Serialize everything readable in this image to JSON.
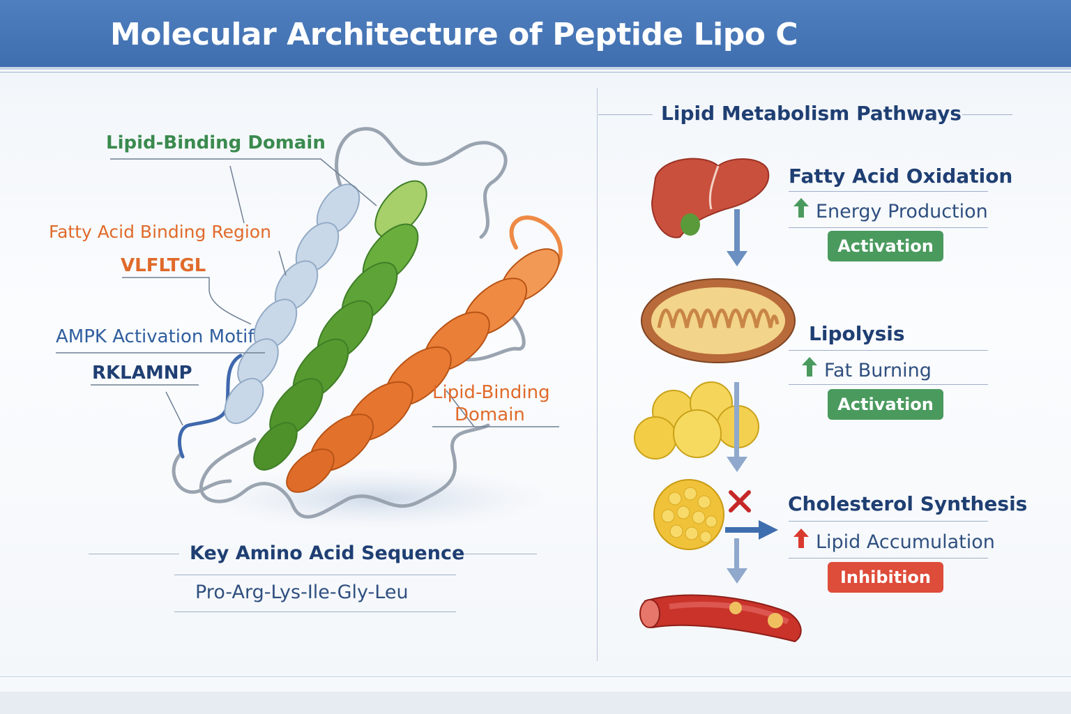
{
  "header": {
    "title": "Molecular Architecture of Peptide Lipo C"
  },
  "colors": {
    "header_blue": "#4a79b8",
    "green_helix": "#5a9e3a",
    "orange_helix": "#e97a35",
    "blue_helix": "#b9cce0",
    "activation_green": "#4a9a5e",
    "inhibition_red": "#de4c3a",
    "navy_text": "#1f3f73"
  },
  "structure": {
    "labels": {
      "lipid_binding_top": "Lipid-Binding Domain",
      "fatty_acid_region": "Fatty Acid Binding Region",
      "fatty_acid_seq": "VLFLTGL",
      "ampk_motif": "AMPK Activation Motif",
      "ampk_seq": "RKLAMNP",
      "lipid_binding_right_1": "Lipid-Binding",
      "lipid_binding_right_2": "Domain"
    },
    "key_sequence": {
      "title": "Key Amino Acid Sequence",
      "value": "Pro-Arg-Lys-Ile-Gly-Leu"
    }
  },
  "pathways": {
    "title": "Lipid Metabolism Pathways",
    "items": [
      {
        "title": "Fatty Acid Oxidation",
        "effect": "Energy Production",
        "effect_icon": "up-arrow-green-icon",
        "status": "Activation",
        "status_color": "#4a9a5e"
      },
      {
        "title": "Lipolysis",
        "effect": "Fat Burning",
        "effect_icon": "up-arrow-green-icon",
        "status": "Activation",
        "status_color": "#4a9a5e"
      },
      {
        "title": "Cholesterol Synthesis",
        "effect": "Lipid Accumulation",
        "effect_icon": "up-arrow-red-icon",
        "status": "Inhibition",
        "status_color": "#de4c3a"
      }
    ],
    "illustrations": [
      "liver-icon",
      "mitochondrion-icon",
      "fat-droplets-icon",
      "fat-cell-icon",
      "blocked-x-icon",
      "blood-vessel-icon"
    ]
  }
}
